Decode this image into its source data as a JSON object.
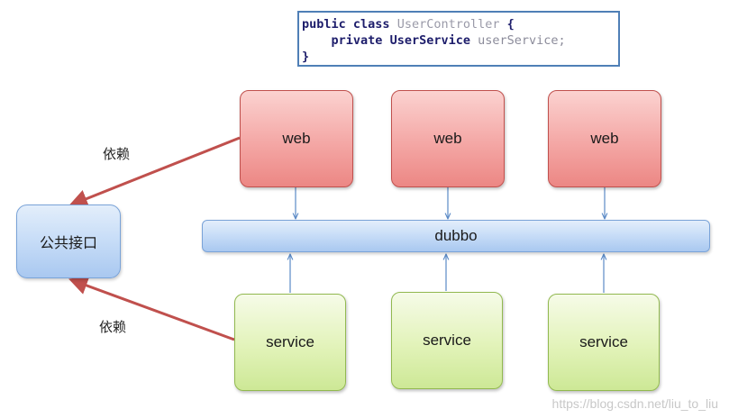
{
  "code": {
    "line1_kw": "public class",
    "line1_name": "UserController",
    "line1_brace": "{",
    "line2_kw": "private",
    "line2_type": "UserService",
    "line2_var": "userService;",
    "line3": "}"
  },
  "nodes": {
    "web1": "web",
    "web2": "web",
    "web3": "web",
    "dubbo": "dubbo",
    "service1": "service",
    "service2": "service",
    "service3": "service",
    "interface": "公共接口"
  },
  "labels": {
    "depends_top": "依赖",
    "depends_bottom": "依赖"
  },
  "colors": {
    "web_fill": "#f4a7a5",
    "service_fill": "#e2f3b9",
    "dubbo_fill": "#c6dcf7",
    "dependency_arrow": "#c0504d",
    "connector": "#5b8ac6"
  },
  "watermark": "https://blog.csdn.net/liu_to_liu"
}
